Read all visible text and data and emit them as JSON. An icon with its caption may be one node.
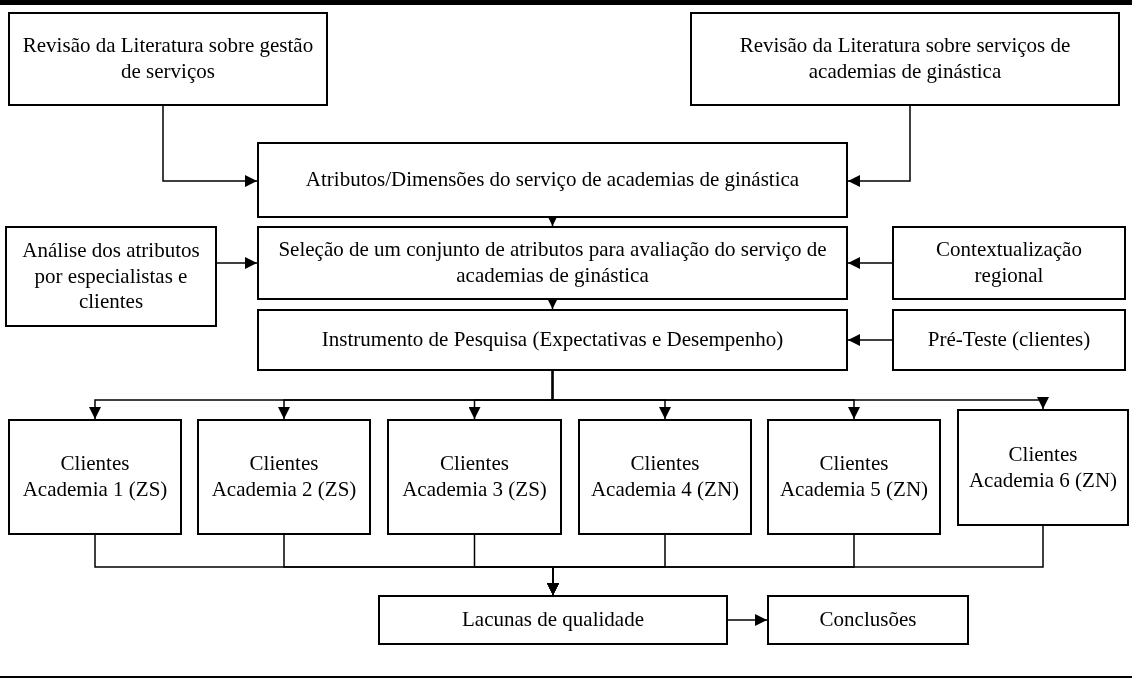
{
  "diagram": {
    "nodes": [
      {
        "text": [
          "Revisão da Literatura sobre gestão de serviços"
        ]
      },
      {
        "text": [
          "Revisão da Literatura sobre serviços de academias de ginástica"
        ]
      },
      {
        "text": [
          "Atributos/Dimensões do serviço de academias de ginástica"
        ]
      },
      {
        "text": [
          "Análise dos atributos por especialistas e clientes"
        ]
      },
      {
        "text": [
          "Seleção de um conjunto de atributos para avaliação do serviço de academias de ginástica"
        ]
      },
      {
        "text": [
          "Contextualização regional"
        ]
      },
      {
        "text": [
          "Instrumento de Pesquisa (Expectativas e Desempenho)"
        ]
      },
      {
        "text": [
          "Pré-Teste (clientes)"
        ]
      },
      {
        "text": [
          "Clientes Academia 1 (ZS)"
        ]
      },
      {
        "text": [
          "Clientes Academia 2 (ZS)"
        ]
      },
      {
        "text": [
          "Clientes Academia 3 (ZS)"
        ]
      },
      {
        "text": [
          "Clientes Academia 4 (ZN)"
        ]
      },
      {
        "text": [
          "Clientes Academia 5 (ZN)"
        ]
      },
      {
        "text": [
          "Clientes Academia 6 (ZN)"
        ]
      },
      {
        "text": [
          "Lacunas de qualidade"
        ]
      },
      {
        "text": [
          "Conclusões"
        ]
      }
    ],
    "edges": [
      {
        "from": 0,
        "to": 2,
        "arrow": "to"
      },
      {
        "from": 1,
        "to": 2,
        "arrow": "to"
      },
      {
        "from": 2,
        "to": 4,
        "arrow": "to"
      },
      {
        "from": 3,
        "to": 4,
        "arrow": "to"
      },
      {
        "from": 5,
        "to": 4,
        "arrow": "to"
      },
      {
        "from": 4,
        "to": 6,
        "arrow": "to"
      },
      {
        "from": 7,
        "to": 6,
        "arrow": "to"
      },
      {
        "from": 6,
        "to": 8,
        "arrow": "to"
      },
      {
        "from": 6,
        "to": 9,
        "arrow": "to"
      },
      {
        "from": 6,
        "to": 10,
        "arrow": "to"
      },
      {
        "from": 6,
        "to": 11,
        "arrow": "to"
      },
      {
        "from": 6,
        "to": 12,
        "arrow": "to"
      },
      {
        "from": 6,
        "to": 13,
        "arrow": "to"
      },
      {
        "from": 8,
        "to": 14,
        "arrow": "to"
      },
      {
        "from": 9,
        "to": 14,
        "arrow": "to"
      },
      {
        "from": 10,
        "to": 14,
        "arrow": "to"
      },
      {
        "from": 11,
        "to": 14,
        "arrow": "to"
      },
      {
        "from": 12,
        "to": 14,
        "arrow": "to"
      },
      {
        "from": 13,
        "to": 14,
        "arrow": "to"
      },
      {
        "from": 14,
        "to": 15,
        "arrow": "to"
      }
    ]
  }
}
